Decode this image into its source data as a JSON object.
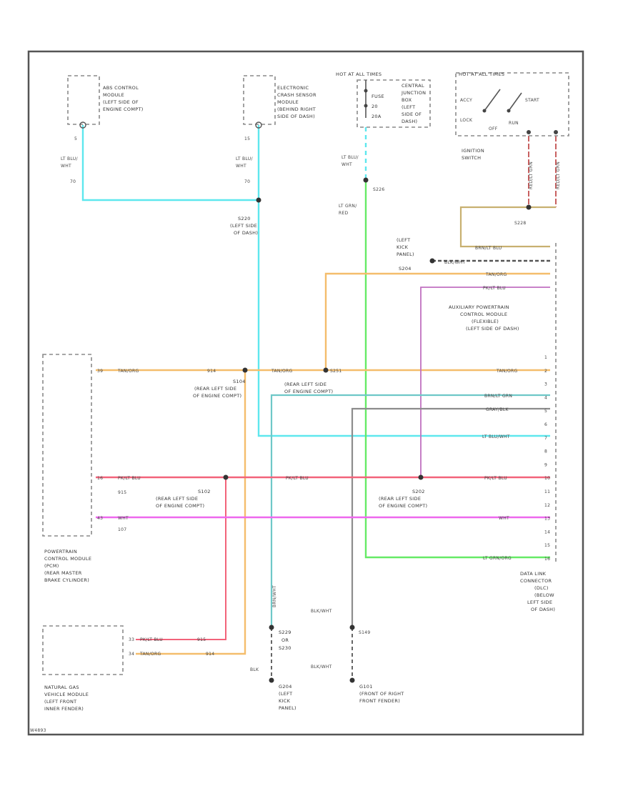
{
  "colors": {
    "cyan": "#5ee7ee",
    "orange": "#f4bd6c",
    "red": "#f2637a",
    "magenta": "#ee68ee",
    "green": "#66ea66",
    "teal": "#6ec8c8",
    "gray": "#8c8c8c",
    "purple": "#c070c0",
    "olive": "#c8b070",
    "darkred": "#c86060"
  },
  "components": {
    "abs": [
      "ABS CONTROL",
      "MODULE",
      "(LEFT SIDE OF",
      "ENGINE COMPT)"
    ],
    "ecsm": [
      "ELECTRONIC",
      "CRASH SENSOR",
      "MODULE",
      "(BEHIND RIGHT",
      "SIDE OF DASH)"
    ],
    "hot_header": "HOT AT ALL TIMES",
    "fuse": [
      "FUSE",
      "20",
      "20A"
    ],
    "cjb": [
      "CENTRAL",
      "JUNCTION",
      "BOX",
      "(LEFT",
      "SIDE OF",
      "DASH)"
    ],
    "ign_header": "HOT AT ALL TIMES",
    "ign_positions": [
      "ACCY",
      "LOCK",
      "OFF",
      "RUN",
      "START"
    ],
    "ign_switch": [
      "IGNITION",
      "SWITCH"
    ],
    "apcm": [
      "AUXILIARY POWERTRAIN",
      "CONTROL MODULE",
      "(FLEXIBLE)",
      "(LEFT SIDE OF DASH)"
    ],
    "pcm": [
      "POWERTRAIN",
      "CONTROL MODULE",
      "(PCM)",
      "(REAR MASTER",
      "BRAKE CYLINDER)"
    ],
    "ngv": [
      "NATURAL GAS",
      "VEHICLE MODULE",
      "(LEFT FRONT",
      "INNER FENDER)"
    ],
    "dlc": [
      "DATA LINK",
      "CONNECTOR",
      "(DLC)",
      "(BELOW",
      "LEFT SIDE",
      "OF DASH)"
    ]
  },
  "splices": {
    "s220": [
      "S220",
      "(LEFT SIDE",
      "OF DASH)"
    ],
    "s226": "S226",
    "s228": "S228",
    "s104": [
      "S104",
      "(REAR LEFT SIDE",
      "OF ENGINE COMPT)"
    ],
    "s251": "S251",
    "s216": [
      "(REAR LEFT SIDE",
      "OF ENGINE COMPT)"
    ],
    "s102": [
      "S102",
      "(REAR LEFT SIDE",
      "OF ENGINE COMPT)"
    ],
    "s202": [
      "S202",
      "(REAR LEFT SIDE",
      "OF ENGINE COMPT)"
    ],
    "s229": [
      "S229",
      "OR",
      "S230"
    ],
    "s149": "S149",
    "g204": [
      "G204",
      "(LEFT",
      "KICK",
      "PANEL)"
    ],
    "g101": [
      "G101",
      "(FRONT OF RIGHT",
      "FRONT FENDER)"
    ],
    "left_kick": [
      "(LEFT",
      "KICK",
      "PANEL)",
      "S204"
    ]
  },
  "wires": {
    "ltblu_wht": [
      "LT BLU/",
      "WHT"
    ],
    "ltgrn_red": [
      "LT GRN/",
      "RED"
    ],
    "tan_org": "TAN/ORG",
    "pk_ltblu": "PK/LT BLU",
    "wht": "WHT",
    "vio_ltblu": "PK/LT BLU",
    "blk_wht": "BLK/WHT",
    "blk": "BLK",
    "brn_wht": "BRN/WHT",
    "lt_blu_wht": "LT BLU/WHT",
    "lt_grn_org": "LT GRN/ORG",
    "brn_ltblu": "BRN/LT BLU",
    "grn_blk": "BRN/LT GRN",
    "red_lt_grn": "RED/LT GRN",
    "gray_blk": "GRAY/BLK"
  },
  "pins": {
    "abs_pin": "5",
    "ecsm_pin": "15",
    "abs_circ": "70",
    "ecsm_circ": "70",
    "pcm_top": "39",
    "pcm_mid": "16",
    "pcm_bot": "43",
    "pcm_c1": "914",
    "pcm_c2": "915",
    "pcm_c3": "107",
    "ngv_1": "33",
    "ngv_2": "34",
    "ngv_c1": "915",
    "ngv_c2": "914",
    "dlc": [
      "1",
      "2",
      "3",
      "4",
      "5",
      "6",
      "7",
      "8",
      "9",
      "10",
      "11",
      "12",
      "13",
      "14",
      "15",
      "16"
    ]
  },
  "footer": "W4893"
}
